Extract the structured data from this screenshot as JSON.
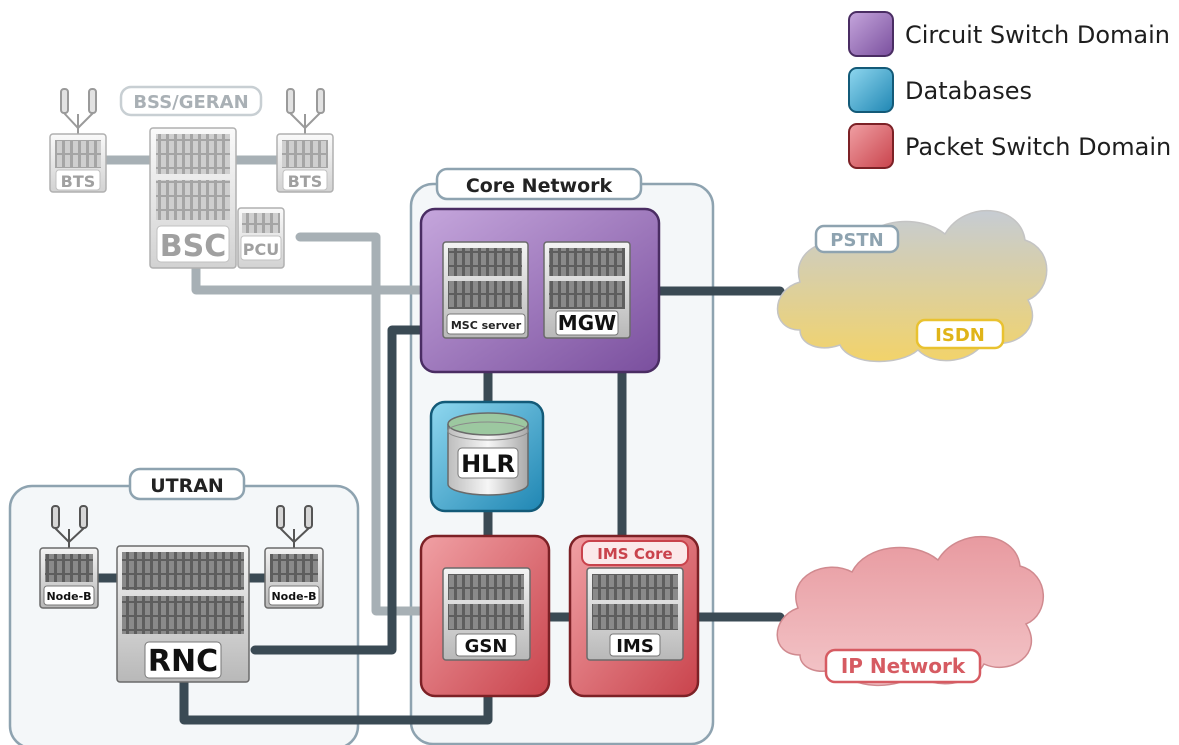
{
  "legend": [
    {
      "label": "Circuit Switch Domain",
      "color": "#8a5fae"
    },
    {
      "label": "Databases",
      "color": "#2a9bc5"
    },
    {
      "label": "Packet Switch Domain",
      "color": "#d65b62"
    }
  ],
  "groups": {
    "bss": "BSS/GERAN",
    "core": "Core Network",
    "utran": "UTRAN",
    "ims_core": "IMS Core"
  },
  "nodes": {
    "bts_left": "BTS",
    "bts_right": "BTS",
    "bsc": "BSC",
    "pcu": "PCU",
    "msc": "MSC server",
    "mgw": "MGW",
    "hlr": "HLR",
    "gsn": "GSN",
    "ims": "IMS",
    "rnc": "RNC",
    "nodeb_left": "Node-B",
    "nodeb_right": "Node-B"
  },
  "clouds": {
    "pstn": "PSTN",
    "isdn": "ISDN",
    "ip": "IP Network"
  },
  "colors": {
    "circuit": "#8a5fae",
    "database": "#2a9bc5",
    "packet": "#d65b62",
    "link_dark": "#3a4a54",
    "link_light": "#a7b0b5",
    "group_border": "#8ea3b0"
  }
}
